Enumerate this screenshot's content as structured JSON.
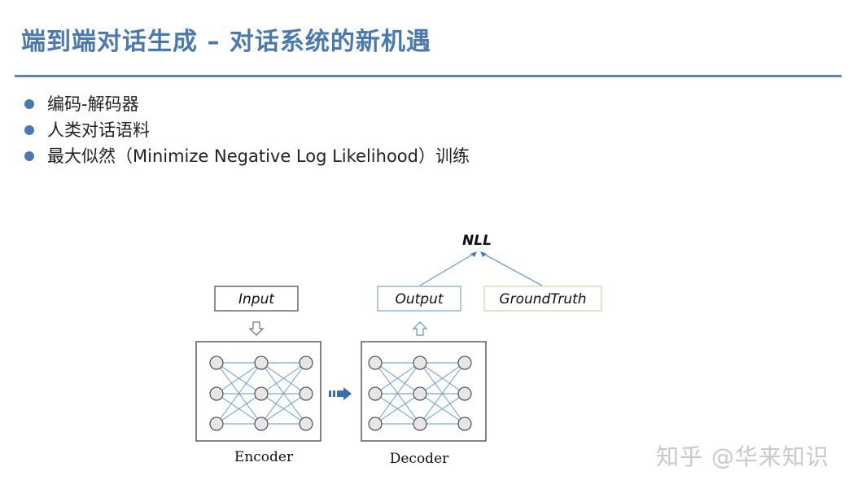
{
  "slide": {
    "title": "端到端对话生成 – 对话系统的新机遇",
    "bullets": [
      "编码-解码器",
      "人类对话语料",
      "最大似然（Minimize Negative Log Likelihood）训练"
    ]
  },
  "diagram": {
    "nll_label": "NLL",
    "input_label": "Input",
    "output_label": "Output",
    "ground_truth_label": "GroundTruth",
    "encoder_label": "Encoder",
    "decoder_label": "Decoder",
    "colors": {
      "node_fill": "#e6e6e6",
      "edge": "#5b95d6",
      "arrow": "#3a6cb0",
      "output_border": "#7aa3d6",
      "ground_truth_border": "#c8d6a6"
    }
  },
  "watermark": "知乎 @华来知识"
}
